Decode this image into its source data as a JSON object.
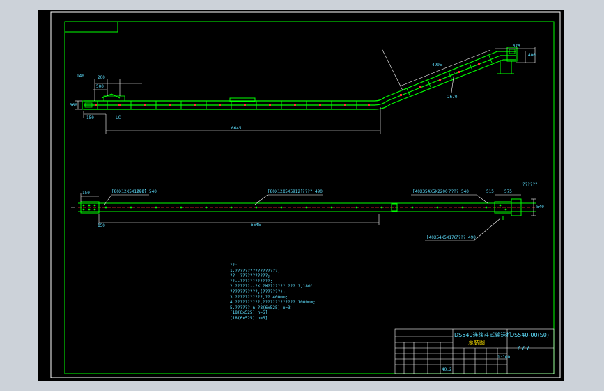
{
  "drawing": {
    "colors": {
      "frame": "#ffffff",
      "border": "#00ff00",
      "structure": "#00ff00",
      "centerline": "#ff3030",
      "dimension": "#ffffff",
      "text": "#5ee0ff",
      "highlight": "#ffe600",
      "background": "#000000"
    },
    "elevation_labels": {
      "dim_left_1": "140",
      "dim_left_2": "500",
      "dim_left_3": "200",
      "dim_left_height": "360",
      "dim_base_1": "150",
      "dim_base_2": "LC",
      "dim_total": "6645",
      "dim_incline": "4995",
      "dim_incline_height": "2670",
      "dim_top_1": "575",
      "dim_top_2": "400"
    },
    "plan_labels": {
      "dim_left_a": "150",
      "callout_1": "[80X12X5X1000]",
      "callout_1_note": "???? 540",
      "callout_2": "[80X12X5X6912]",
      "callout_2_note": "???? 490",
      "callout_3": "[40X354X5X2200]",
      "callout_3_note": "???? 540",
      "callout_4": "[40X54X5X176]",
      "callout_4_note": "???? 490",
      "dim_left_b": "150",
      "dim_center": "6645",
      "dim_right_1": "515",
      "dim_right_2": "575",
      "dim_right_3": "??????",
      "dim_right_height": "540"
    },
    "notes": [
      "??:",
      "1.?????????????????;",
      "   ??--???????????;",
      "   ??--????????????;",
      "2.??????--?K   ?M???????.???      ?,180'",
      "   ???????????,(???????);",
      "3.???????????,??     400mm;",
      "4.??????????,?????????????            1000mm;",
      "5.??????   n  ?8(6x525) n=3",
      "              [18(6x525) n=5]",
      "              [18(6x525) n=5]"
    ],
    "title_block": {
      "title_main": "DS540连续斗式输送机",
      "title_sub": "总装图",
      "drawing_no": "DS540-00(S0)",
      "marks": "? ? ?",
      "scale": "1:100",
      "weight": "40.2"
    }
  }
}
